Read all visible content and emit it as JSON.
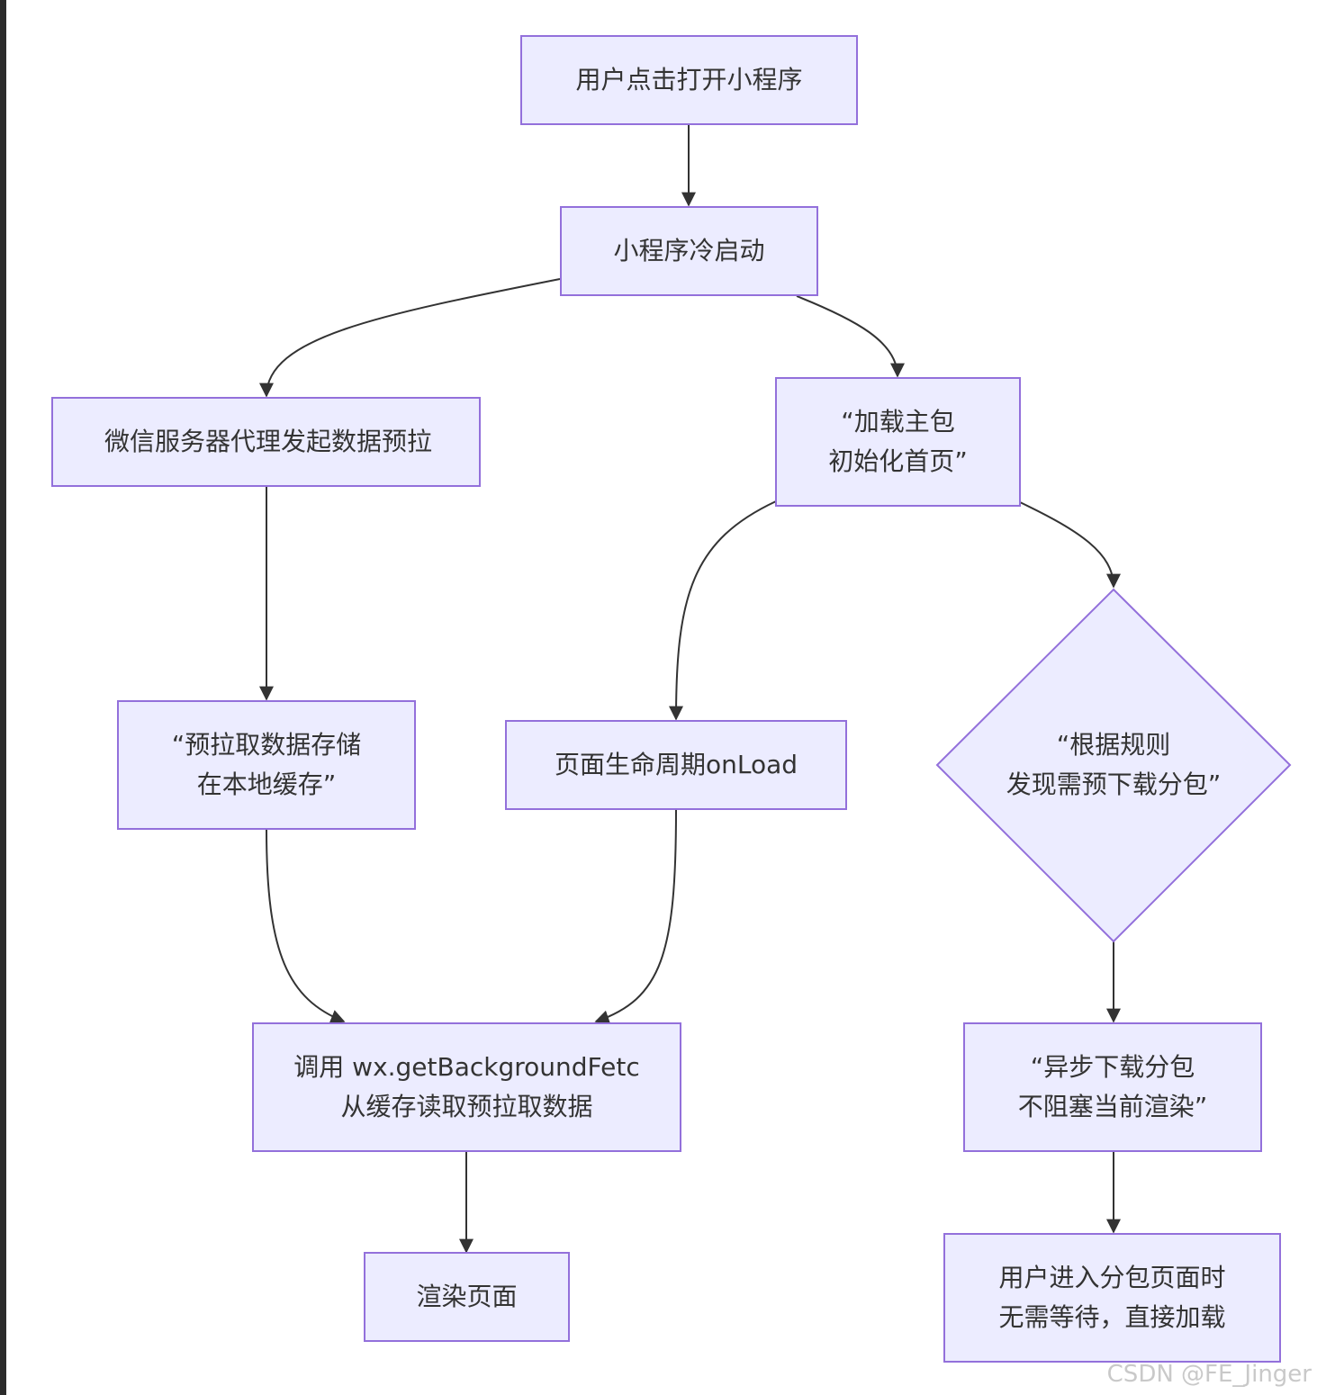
{
  "nodes": {
    "open_app": {
      "lines": [
        "用户点击打开小程序"
      ]
    },
    "cold_start": {
      "lines": [
        "小程序冷启动"
      ]
    },
    "prefetch": {
      "lines": [
        "微信服务器代理发起数据预拉"
      ]
    },
    "load_main": {
      "lines": [
        "“加载主包",
        "初始化首页”"
      ]
    },
    "store_cache": {
      "lines": [
        "“预拉取数据存储",
        "在本地缓存”"
      ]
    },
    "onload": {
      "lines": [
        "页面生命周期onLoad"
      ]
    },
    "rule_decision": {
      "lines": [
        "“根据规则",
        "发现需预下载分包”"
      ]
    },
    "get_fetch": {
      "lines": [
        "调用 wx.getBackgroundFetc",
        "从缓存读取预拉取数据"
      ]
    },
    "async_download": {
      "lines": [
        "“异步下载分包",
        "不阻塞当前渲染”"
      ]
    },
    "render": {
      "lines": [
        "渲染页面"
      ]
    },
    "enter_subpkg": {
      "lines": [
        "用户进入分包页面时",
        "无需等待，直接加载"
      ]
    }
  },
  "watermark": "CSDN @FE_Jinger",
  "colors": {
    "node_fill": "#ececff",
    "node_border": "#9370db",
    "edge": "#333333",
    "text": "#333333"
  }
}
